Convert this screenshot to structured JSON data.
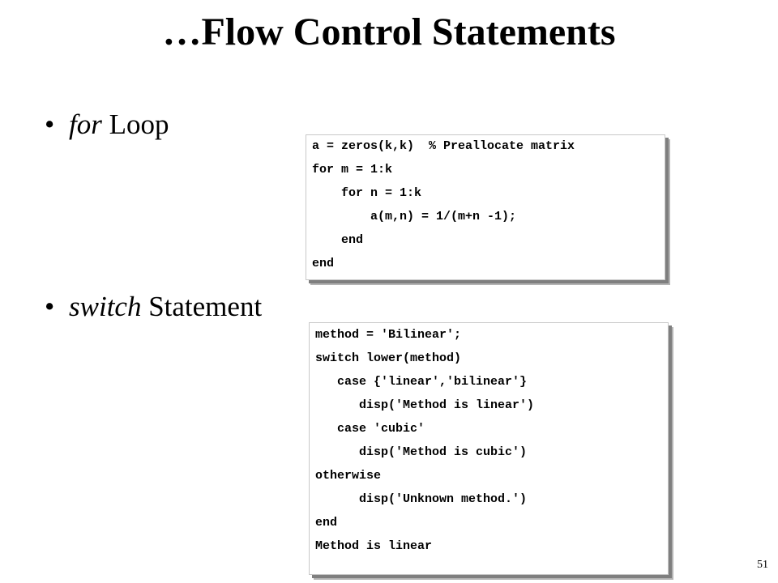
{
  "slide": {
    "title": "…Flow Control Statements",
    "page_number": "51"
  },
  "bullets": {
    "for": {
      "keyword": "for",
      "text": " Loop"
    },
    "switch": {
      "keyword": "switch",
      "text": " Statement"
    }
  },
  "code": {
    "for_loop": [
      "a = zeros(k,k)  % Preallocate matrix",
      "for m = 1:k",
      "    for n = 1:k",
      "        a(m,n) = 1/(m+n -1);",
      "    end",
      "end"
    ],
    "switch_statement": [
      "method = 'Bilinear';",
      "switch lower(method)",
      "   case {'linear','bilinear'}",
      "      disp('Method is linear')",
      "   case 'cubic'",
      "      disp('Method is cubic')",
      "otherwise",
      "      disp('Unknown method.')",
      "end",
      "Method is linear"
    ]
  }
}
